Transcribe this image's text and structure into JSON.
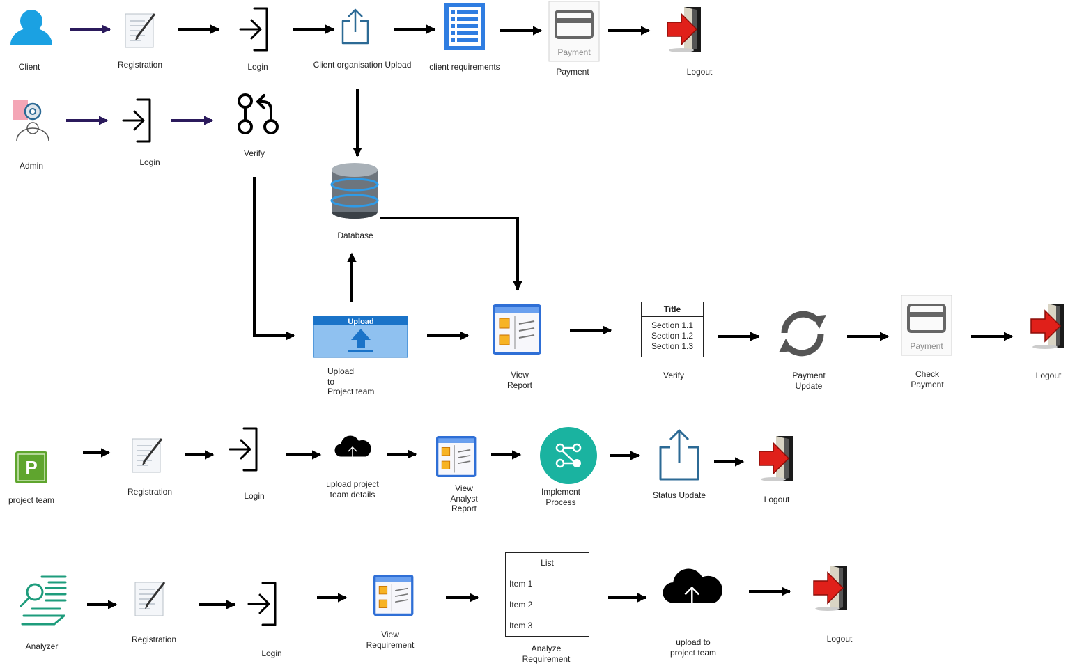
{
  "rows": {
    "client": {
      "actor": "Client",
      "registration": "Registration",
      "login": "Login",
      "org_upload": "Client  organisation Upload",
      "requirements": "client requirements",
      "payment_card_text": "Payment",
      "payment": "Payment",
      "logout": "Logout"
    },
    "admin": {
      "actor": "Admin",
      "login": "Login",
      "verify": "Verify",
      "database": "Database",
      "upload_header": "Upload",
      "upload_label": "Upload\nto\nProject team",
      "view_report": "View\nReport",
      "verify2": "Verify",
      "payment_update": "Payment\nUpdate",
      "check_payment_card_text": "Payment",
      "check_payment": "Check\nPayment",
      "logout": "Logout"
    },
    "project": {
      "actor": "project team",
      "registration": "Registration",
      "login": "Login",
      "upload_details": "upload project\nteam details",
      "view_analyst": "View\nAnalyst\nReport",
      "implement": "Implement\nProcess",
      "status_update": "Status Update",
      "logout": "Logout"
    },
    "analyzer": {
      "actor": "Analyzer",
      "registration": "Registration",
      "login": "Login",
      "view_requirement": "View\nRequirement",
      "analyze": "Analyze\nRequirement",
      "upload_team": "upload to\nproject team",
      "logout": "Logout"
    }
  },
  "title_box": {
    "title": "Title",
    "sections": [
      "Section 1.1",
      "Section 1.2",
      "Section 1.3"
    ]
  },
  "list_box": {
    "title": "List",
    "items": [
      "Item 1",
      "Item 2",
      "Item 3"
    ]
  },
  "project_badge": "P",
  "colors": {
    "arrow": "#000000",
    "admin_arrow": "#2b1a5c",
    "client_blue": "#1ba1e2",
    "logout_red": "#e0201a",
    "teal": "#1ab3a0",
    "green": "#5fa52e"
  }
}
